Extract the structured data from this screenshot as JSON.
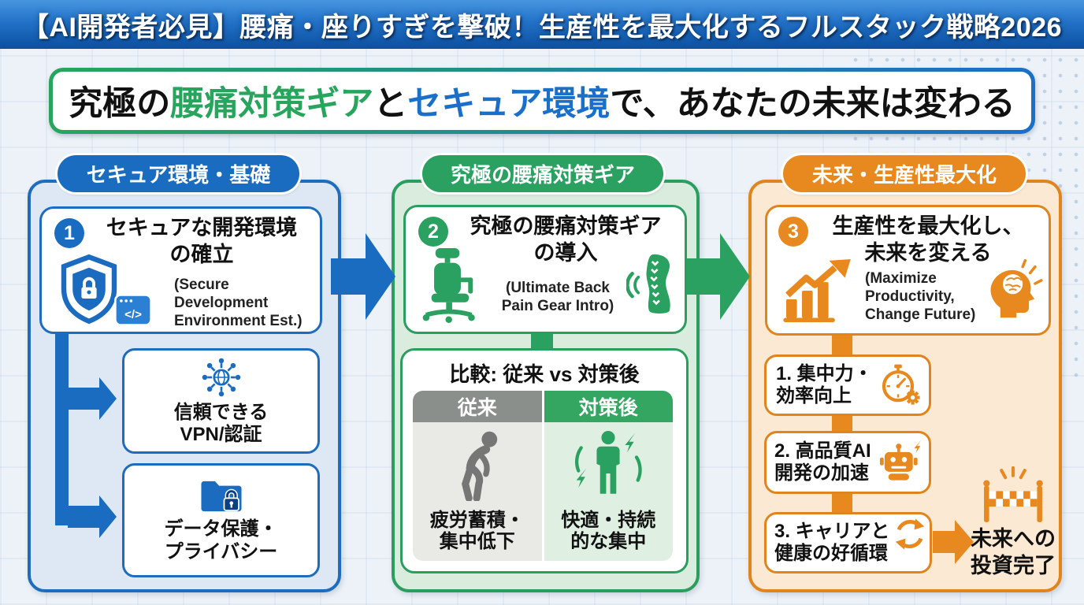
{
  "banner": {
    "title": "【AI開発者必見】腰痛・座りすぎを撃破！生産性を最大化するフルスタック戦略2026"
  },
  "headline": {
    "seg1": "究極の",
    "seg2": "腰痛対策ギア",
    "seg3": "と",
    "seg4": "セキュア環境",
    "seg5": "で、あなたの未来は変わる"
  },
  "col_secure": {
    "header": "セキュア環境・基礎",
    "step_num": "1",
    "step_title": "セキュアな開発環境\nの確立",
    "step_subtitle": "(Secure Development\nEnvironment Est.)",
    "code_glyph": "</>",
    "items": [
      {
        "label": "信頼できる\nVPN/認証"
      },
      {
        "label": "データ保護・\nプライバシー"
      }
    ]
  },
  "col_gear": {
    "header": "究極の腰痛対策ギア",
    "step_num": "2",
    "step_title": "究極の腰痛対策ギア\nの導入",
    "step_subtitle": "(Ultimate Back\nPain Gear Intro)",
    "comparison": {
      "title": "比較: 従来 vs 対策後",
      "before": {
        "header": "従来",
        "label": "疲労蓄積・\n集中低下"
      },
      "after": {
        "header": "対策後",
        "label": "快適・持続\n的な集中"
      }
    }
  },
  "col_future": {
    "header": "未来・生産性最大化",
    "step_num": "3",
    "step_title": "生産性を最大化し、\n未来を変える",
    "step_subtitle": "(Maximize\nProductivity,\nChange Future)",
    "items": [
      {
        "label": "1. 集中力・\n効率向上"
      },
      {
        "label": "2. 高品質AI\n開発の加速"
      },
      {
        "label": "3. キャリアと\n健康の好循環"
      }
    ],
    "goal_label": "未来への\n投資完了"
  },
  "colors": {
    "blue": "#1a6cc0",
    "green": "#2aa160",
    "orange": "#e8891f",
    "banner_top": "#4795e0",
    "banner_bottom": "#0c50a0"
  }
}
